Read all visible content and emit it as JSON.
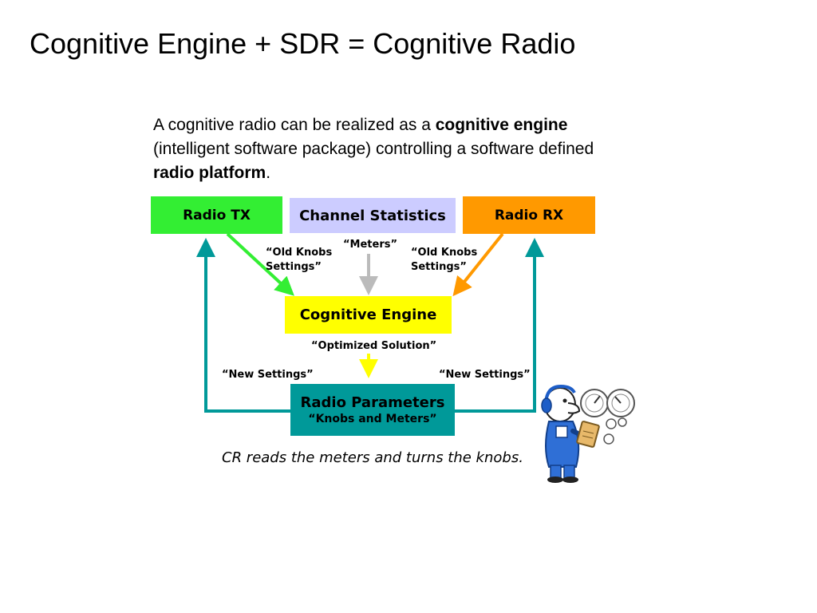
{
  "slide": {
    "title": "Cognitive Engine + SDR = Cognitive Radio"
  },
  "intro": {
    "t1": "A cognitive radio can be realized as a ",
    "b1": "cognitive engine",
    "t2": " (intelligent software package) controlling a software defined ",
    "b2": "radio platform",
    "t3": "."
  },
  "diagram": {
    "boxes": {
      "radio_tx": "Radio TX",
      "channel_statistics": "Channel Statistics",
      "radio_rx": "Radio RX",
      "cognitive_engine": "Cognitive Engine",
      "radio_parameters_line1": "Radio Parameters",
      "radio_parameters_line2": "“Knobs and Meters”"
    },
    "labels": {
      "old_knobs_left_1": "“Old Knobs",
      "old_knobs_left_2": "Settings”",
      "meters": "“Meters”",
      "old_knobs_right_1": "“Old Knobs",
      "old_knobs_right_2": "Settings”",
      "optimized_solution": "“Optimized Solution”",
      "new_settings_left": "“New Settings”",
      "new_settings_right": "“New Settings”"
    },
    "caption": "CR reads the meters and turns the knobs.",
    "colors": {
      "radio_tx": "#33ee33",
      "channel_statistics": "#ccccff",
      "radio_rx": "#ff9900",
      "cognitive_engine": "#ffff00",
      "radio_parameters": "#009999",
      "green_arrow": "#33ee33",
      "gray_arrow": "#bbbbbb",
      "orange_arrow": "#ff9900",
      "yellow_arrow": "#ffff00",
      "teal_arrow": "#009999"
    }
  }
}
